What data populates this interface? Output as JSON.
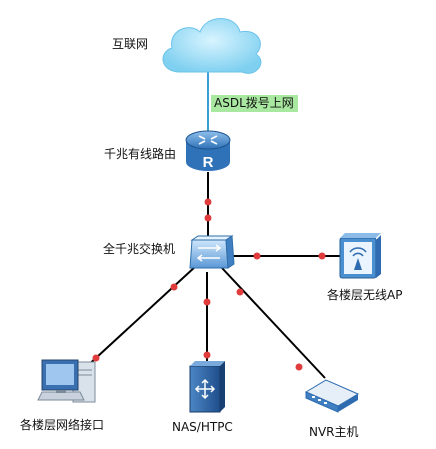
{
  "nodes": {
    "internet": {
      "label": "互联网",
      "icon": "cloud-icon"
    },
    "router": {
      "label": "千兆有线路由",
      "icon": "router-icon",
      "glyph": "R"
    },
    "switch": {
      "label": "全千兆交换机",
      "icon": "switch-icon"
    },
    "wireless_ap": {
      "label": "各楼层无线AP",
      "icon": "wireless-ap-icon"
    },
    "floor_ports": {
      "label": "各楼层网络接口",
      "icon": "workstation-icon"
    },
    "nas": {
      "label": "NAS/HTPC",
      "icon": "server-icon"
    },
    "nvr": {
      "label": "NVR主机",
      "icon": "nvr-icon"
    }
  },
  "links": {
    "wan": {
      "label": "ASDL拨号上网",
      "color": "#3b9fd6"
    }
  },
  "colors": {
    "line": "#000000",
    "port_dot": "#e03c3c",
    "cloud": "#8fd8f5",
    "device_blue": "#4a8fd0",
    "label_highlight": "#a9e8a0"
  }
}
